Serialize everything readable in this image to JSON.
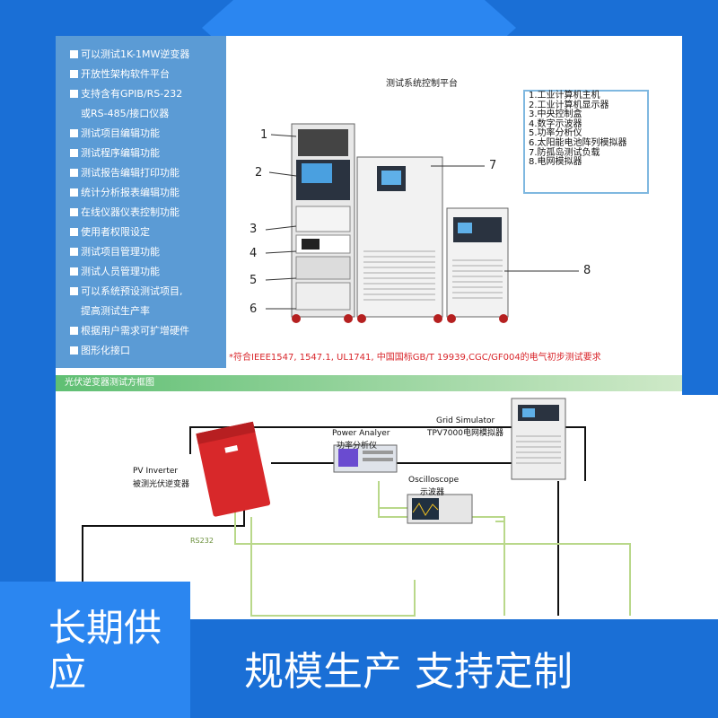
{
  "specs": [
    "可以测试1K-1MW逆变器",
    "开放性架构软件平台",
    "支持含有GPIB/RS-232",
    "或RS-485/接口仪器",
    "测试项目编辑功能",
    "测试程序编辑功能",
    "测试报告编辑打印功能",
    "统计分析报表编辑功能",
    "在线仪器仪表控制功能",
    "使用者权限设定",
    "测试项目管理功能",
    "测试人员管理功能",
    "可以系统预设测试项目,",
    "提高测试生产率",
    "根据用户需求可扩增硬件",
    "图形化接口"
  ],
  "platform_title": "测试系统控制平台",
  "legend": [
    "1.工业计算机主机",
    "2.工业计算机显示器",
    "3.中央控制盒",
    "4.数字示波器",
    "5.功率分析仪",
    "6.太阳能电池阵列模拟器",
    "7.防孤岛测试负载",
    "8.电网模拟器"
  ],
  "callouts": [
    "1",
    "2",
    "3",
    "4",
    "5",
    "6",
    "7",
    "8"
  ],
  "note": "*符合IEEE1547, 1547.1, UL1741, 中国国标GB/T 19939,CGC/GF004的电气初步测试要求",
  "section_title": "光伏逆变器测试方框图",
  "diagram": {
    "pv_inverter_en": "PV Inverter",
    "pv_inverter_cn": "被测光伏逆变器",
    "power_analyzer_en": "Power Analyer",
    "power_analyzer_cn": "功率分析仪",
    "grid_sim_en": "Grid Simulator",
    "grid_sim_cn": "TPV7000电网模拟器",
    "oscilloscope_en": "Oscilloscope",
    "oscilloscope_cn": "示波器",
    "rs232": "RS232"
  },
  "banner": {
    "left": "长期供应",
    "right": "规模生产  支持定制"
  },
  "colors": {
    "brand_blue": "#1a6fd6",
    "accent_blue": "#2b86f0",
    "note_red": "#d9262b",
    "header_green": "#5fbf73",
    "inverter_red": "#d8282a"
  }
}
